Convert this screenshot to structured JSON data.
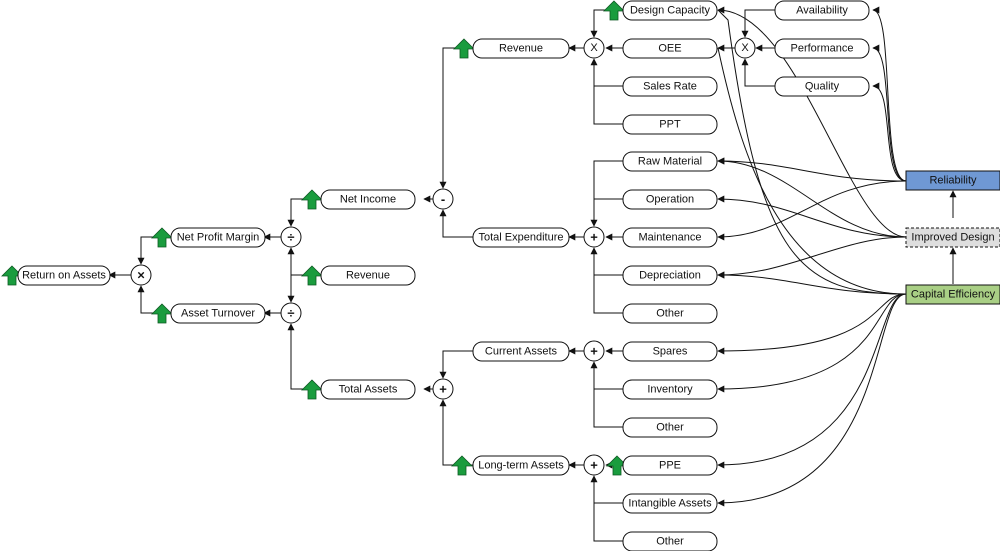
{
  "nodes": {
    "roa": "Return on Assets",
    "npm": "Net Profit Margin",
    "at": "Asset Turnover",
    "ni": "Net Income",
    "rev_mid": "Revenue",
    "ta": "Total Assets",
    "rev_top": "Revenue",
    "te": "Total Expenditure",
    "ca": "Current Assets",
    "lta": "Long-term Assets",
    "dc": "Design Capacity",
    "oee": "OEE",
    "sr": "Sales Rate",
    "ppt": "PPT",
    "avail": "Availability",
    "perf": "Performance",
    "qual": "Quality",
    "rm": "Raw Material",
    "op": "Operation",
    "maint": "Maintenance",
    "dep": "Depreciation",
    "oth_exp": "Other",
    "spares": "Spares",
    "inv": "Inventory",
    "oth_ca": "Other",
    "ppe": "PPE",
    "ia": "Intangible Assets",
    "oth_lta": "Other"
  },
  "operators": {
    "op_roa": "×",
    "op_margin": "÷",
    "op_turn": "÷",
    "op_ni": "-",
    "op_ta": "+",
    "op_rev": "X",
    "op_oee": "X",
    "op_te": "+",
    "op_ca": "+",
    "op_lta": "+"
  },
  "drivers": {
    "reliability": "Reliability",
    "improved_design": "Improved Design",
    "capital_efficiency": "Capital Efficiency"
  },
  "colors": {
    "arrow_green": "#1a9c3e",
    "reliability_fill": "#6f98d4",
    "improved_design_fill": "#dedede",
    "capital_efficiency_fill": "#a9cf85",
    "line": "#111111"
  }
}
